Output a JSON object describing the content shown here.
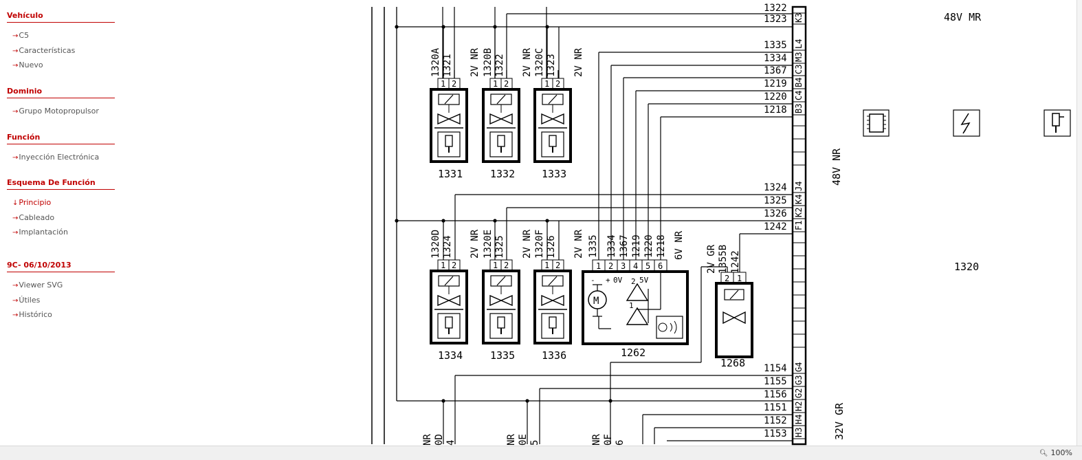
{
  "sidebar": {
    "sections": [
      {
        "title": "Vehículo",
        "items": [
          {
            "label": "C5",
            "active": false
          },
          {
            "label": "Características",
            "active": false
          },
          {
            "label": "Nuevo",
            "active": false
          }
        ]
      },
      {
        "title": "Dominio",
        "items": [
          {
            "label": "Grupo Motopropulsor",
            "active": false
          }
        ]
      },
      {
        "title": "Función",
        "items": [
          {
            "label": "Inyección Electrónica",
            "active": false
          }
        ]
      },
      {
        "title": "Esquema De Función",
        "items": [
          {
            "label": "Principio",
            "active": true
          },
          {
            "label": "Cableado",
            "active": false
          },
          {
            "label": "Implantación",
            "active": false
          }
        ]
      },
      {
        "title": "9C- 06/10/2013",
        "items": [
          {
            "label": "Viewer SVG",
            "active": false
          },
          {
            "label": "Útiles",
            "active": false
          },
          {
            "label": "Histórico",
            "active": false
          }
        ]
      }
    ]
  },
  "diagram": {
    "connector_labels": {
      "top": "48V MR",
      "middle": "48V NR",
      "bottom": "32V GR",
      "ecu": "1320"
    },
    "connector_pins": [
      {
        "wire": "1322",
        "pin": ""
      },
      {
        "wire": "1323",
        "pin": "K3"
      },
      {
        "wire": "1335",
        "pin": "L4"
      },
      {
        "wire": "1334",
        "pin": "M3"
      },
      {
        "wire": "1367",
        "pin": "C3"
      },
      {
        "wire": "1219",
        "pin": "B4"
      },
      {
        "wire": "1220",
        "pin": "C4"
      },
      {
        "wire": "1218",
        "pin": "B3"
      },
      {
        "wire": "1324",
        "pin": "J4"
      },
      {
        "wire": "1325",
        "pin": "K4"
      },
      {
        "wire": "1326",
        "pin": "K2"
      },
      {
        "wire": "1242",
        "pin": "F1"
      },
      {
        "wire": "1154",
        "pin": "G4"
      },
      {
        "wire": "1155",
        "pin": "G3"
      },
      {
        "wire": "1156",
        "pin": "G2"
      },
      {
        "wire": "1151",
        "pin": "H2"
      },
      {
        "wire": "1152",
        "pin": "H4"
      },
      {
        "wire": "1153",
        "pin": "H3"
      }
    ],
    "injectors_top": [
      {
        "id": "1331",
        "conn": "1320A",
        "wire": "1321",
        "spec": "2V NR"
      },
      {
        "id": "1332",
        "conn": "1320B",
        "wire": "1322",
        "spec": "2V NR"
      },
      {
        "id": "1333",
        "conn": "1320C",
        "wire": "1323",
        "spec": "2V NR"
      }
    ],
    "injectors_bottom": [
      {
        "id": "1334",
        "conn": "1320D",
        "wire": "1324",
        "spec": "2V NR"
      },
      {
        "id": "1335",
        "conn": "1320E",
        "wire": "1325",
        "spec": "2V NR"
      },
      {
        "id": "1336",
        "conn": "1320F",
        "wire": "1326",
        "spec": "2V NR"
      }
    ],
    "throttle": {
      "id": "1262",
      "spec": "6V NR",
      "wires": [
        "1335",
        "1334",
        "1367",
        "1219",
        "1220",
        "1218"
      ],
      "pins": [
        "1",
        "2",
        "3",
        "4",
        "5",
        "6"
      ],
      "sub_labels": [
        "-",
        "+",
        "0V",
        "2",
        "5V",
        "1"
      ]
    },
    "valve": {
      "id": "1268",
      "spec": "2V GR",
      "conn": "1355B",
      "wire": "1242",
      "pins": [
        "2",
        "1"
      ]
    },
    "bottom_partial": [
      {
        "spec": "NR",
        "conn": "0D",
        "wire": "4"
      },
      {
        "spec": "NR",
        "conn": "0E",
        "wire": "5"
      },
      {
        "spec": "NR",
        "conn": "0F",
        "wire": "6"
      }
    ],
    "pin_numbers": [
      "1",
      "2"
    ],
    "legend_icons": [
      "ecu-chip-icon",
      "relay-lightning-icon",
      "injector-icon"
    ]
  },
  "status": {
    "zoom": "100%"
  }
}
